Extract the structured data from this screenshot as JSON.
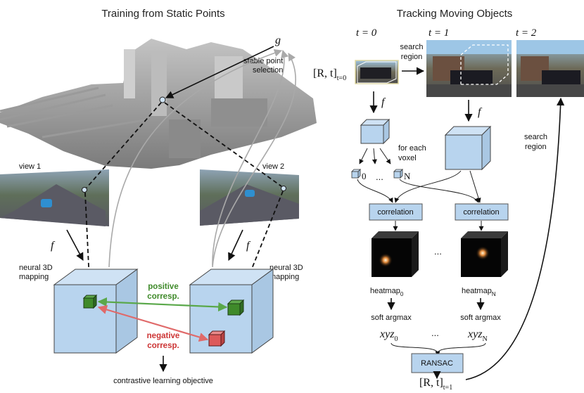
{
  "left_panel": {
    "title": "Training from Static Points",
    "g_label": "g",
    "stable_point_label_1": "stable point",
    "stable_point_label_2": "selection",
    "view1_label": "view 1",
    "view2_label": "view 2",
    "f_label": "f",
    "neural_mapping_line1": "neural 3D",
    "neural_mapping_line2": "mapping",
    "positive_line1": "positive",
    "positive_line2": "corresp.",
    "negative_line1": "negative",
    "negative_line2": "corresp.",
    "objective": "contrastive learning objective",
    "colors": {
      "positive": "#3f8a2a",
      "negative": "#cc3333",
      "cube_fill": "#b8d4ee"
    }
  },
  "right_panel": {
    "title": "Tracking Moving Objects",
    "time_labels": [
      "t = 0",
      "t = 1",
      "t = 2"
    ],
    "pose_start": "[R, t]",
    "pose_start_sub": "t=0",
    "pose_end": "[R, t]",
    "pose_end_sub": "t=1",
    "search_region_top_1": "search",
    "search_region_top_2": "region",
    "search_region_side_1": "search",
    "search_region_side_2": "region",
    "f_label": "f",
    "for_each_1": "for each",
    "for_each_2": "voxel",
    "voxel_first_sub": "0",
    "voxel_last_sub": "N",
    "ellipsis": "...",
    "correlation": "correlation",
    "heatmap": "heatmap",
    "heatmap_first_sub": "0",
    "heatmap_last_sub": "N",
    "soft_argmax": "soft argmax",
    "xyz": "xyz",
    "xyz_first_sub": "0",
    "xyz_last_sub": "N",
    "ransac": "RANSAC"
  }
}
